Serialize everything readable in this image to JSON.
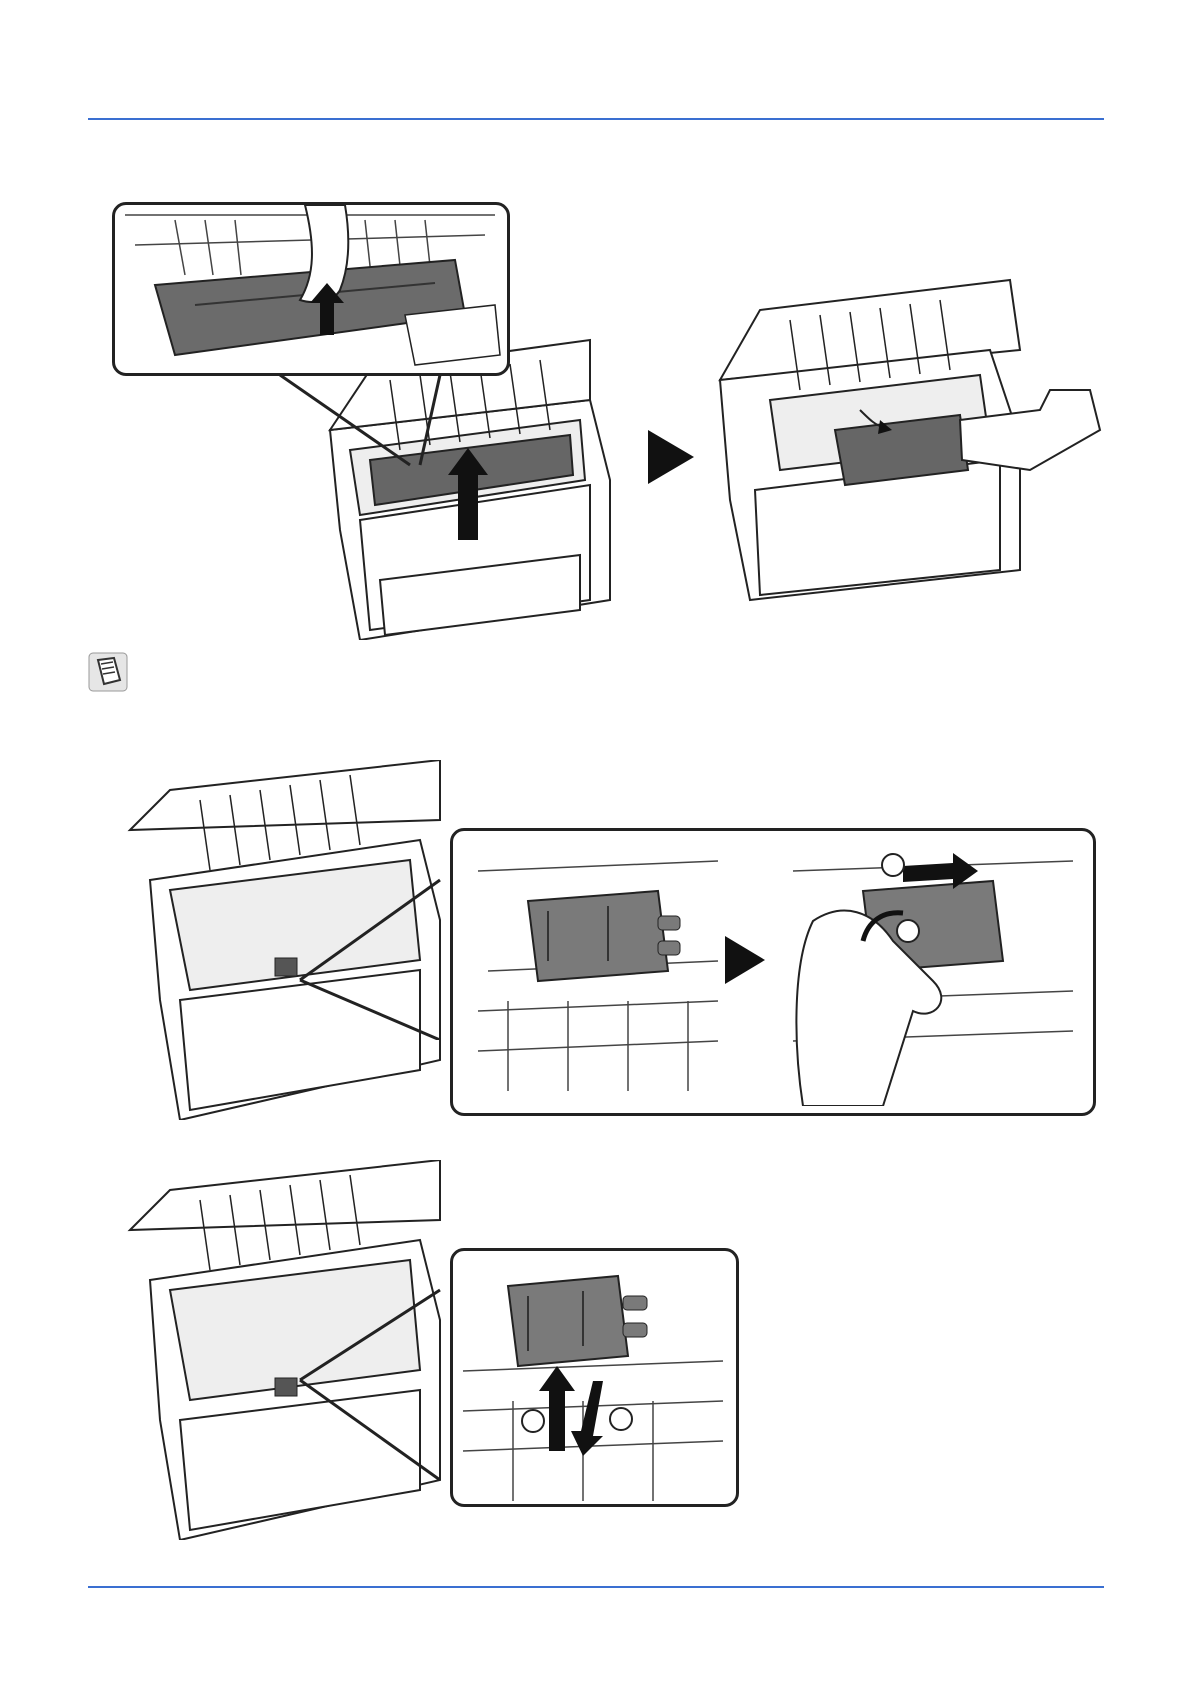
{
  "page": {
    "accent_color": "#3a6fd1",
    "note_icon": "note-icon"
  },
  "figures": [
    {
      "name": "figure-remove-toner",
      "icons": [
        "printer-open-icon",
        "toner-lift-arrow-icon",
        "step-arrow-icon",
        "hand-remove-toner-icon"
      ]
    },
    {
      "name": "figure-release-roller",
      "icons": [
        "printer-open-icon",
        "roller-close-up-icon",
        "step-arrow-icon",
        "hand-push-roller-icon"
      ]
    },
    {
      "name": "figure-install-roller",
      "icons": [
        "printer-open-icon",
        "roller-close-up-icon",
        "up-down-arrows-icon"
      ]
    }
  ]
}
